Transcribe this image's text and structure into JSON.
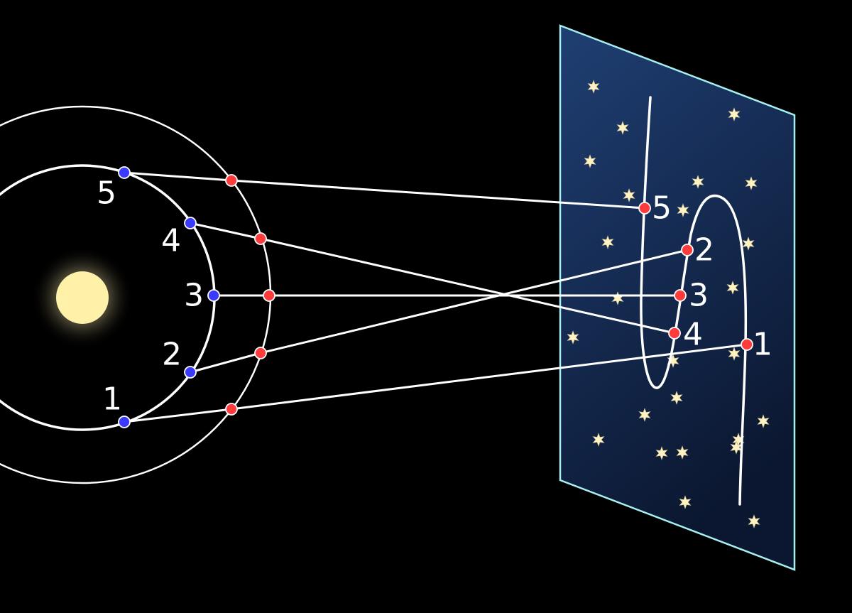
{
  "colors": {
    "background": "#000000",
    "orbit": "#ffffff",
    "sight_line": "#ffffff",
    "earth_marker": "#3b3bff",
    "planet_marker": "#ff3b3b",
    "sun": "#fff1a8",
    "sky_top": "#1f3f73",
    "sky_bottom": "#0c1a33",
    "sky_border": "#a8f0f0",
    "star": "#fff3c4"
  },
  "earth_positions": [
    {
      "label": "1"
    },
    {
      "label": "2"
    },
    {
      "label": "3"
    },
    {
      "label": "4"
    },
    {
      "label": "5"
    }
  ],
  "projected_positions": [
    {
      "label": "1"
    },
    {
      "label": "2"
    },
    {
      "label": "3"
    },
    {
      "label": "4"
    },
    {
      "label": "5"
    }
  ]
}
